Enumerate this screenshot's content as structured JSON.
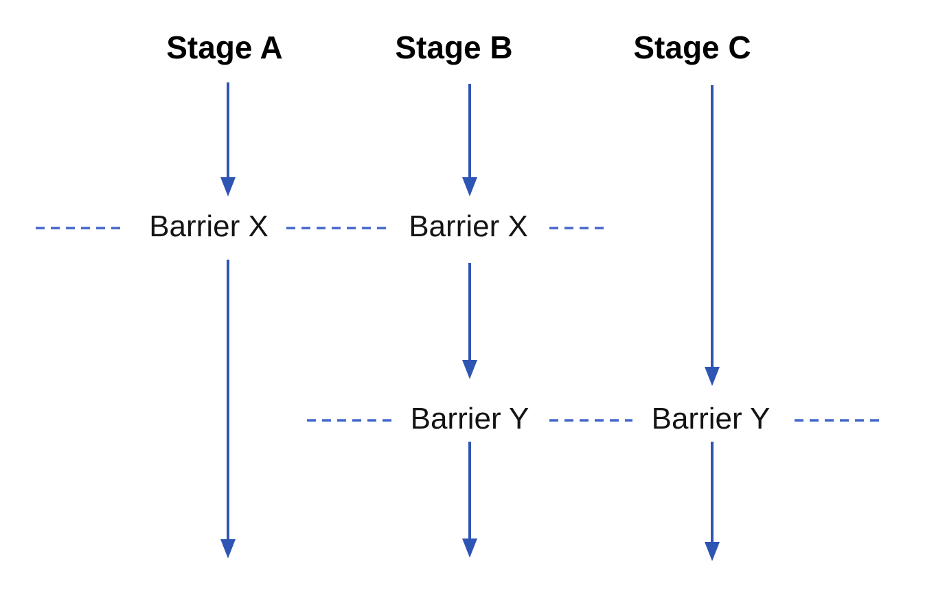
{
  "stages": [
    {
      "label": "Stage A"
    },
    {
      "label": "Stage B"
    },
    {
      "label": "Stage C"
    }
  ],
  "barriers": {
    "x1": {
      "label": "Barrier X"
    },
    "x2": {
      "label": "Barrier X"
    },
    "y1": {
      "label": "Barrier Y"
    },
    "y2": {
      "label": "Barrier Y"
    }
  },
  "colors": {
    "arrow": "#2F55B4",
    "dash": "#4466CB",
    "title_text": "#000000",
    "barrier_text": "#141414"
  }
}
